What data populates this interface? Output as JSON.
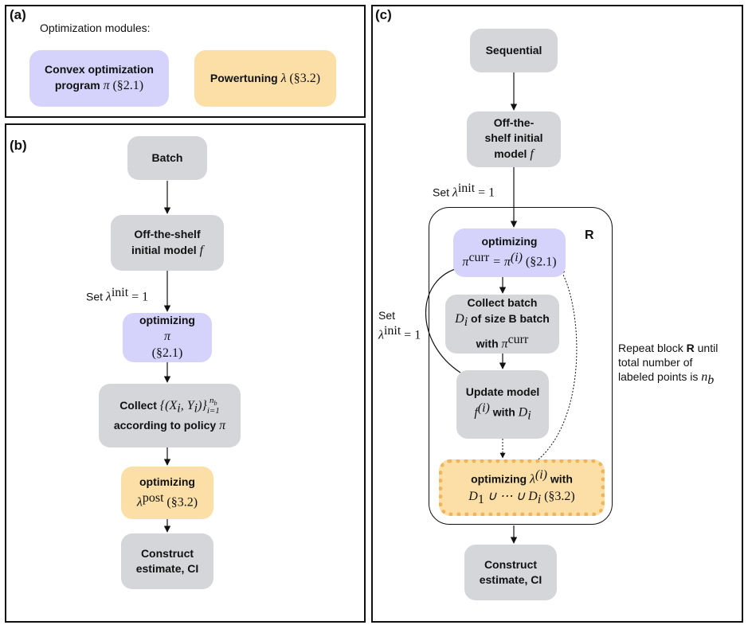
{
  "panel_a": {
    "label": "(a)",
    "heading": "Optimization modules:",
    "convex_line1": "Convex optimization",
    "convex_line2": "program",
    "convex_sym": "π",
    "convex_ref": "(§2.1)",
    "power_label": "Powertuning",
    "power_sym": "λ",
    "power_ref": "(§3.2)"
  },
  "panel_b": {
    "label": "(b)",
    "batch": "Batch",
    "model_line1": "Off-the-shelf",
    "model_line2": "initial model",
    "model_sym": "f",
    "set_text": "Set",
    "set_sym": "λ",
    "set_sup": "init",
    "set_eq": "= 1",
    "opt_pi_label": "optimizing",
    "opt_pi_sym": "π",
    "opt_pi_ref": "(§2.1)",
    "collect_label": "Collect",
    "collect_math": "{(X",
    "collect_math2": ", Y",
    "collect_math3": ")}",
    "collect_sub_i": "i",
    "collect_sup": "n",
    "collect_sup_sub": "b",
    "collect_sub": "i=1",
    "collect_line2": "according to policy",
    "collect_sym": "π",
    "opt_lambda_label": "optimizing",
    "opt_lambda_sym": "λ",
    "opt_lambda_sup": "post",
    "opt_lambda_ref": "(§3.2)",
    "construct_line1": "Construct",
    "construct_line2": "estimate, CI"
  },
  "panel_c": {
    "label": "(c)",
    "sequential": "Sequential",
    "model_line1": "Off-the-",
    "model_line2": "shelf initial",
    "model_line3": "model",
    "model_sym": "f",
    "set_text": "Set",
    "set_sym": "λ",
    "set_sup": "init",
    "set_eq": "= 1",
    "block_label": "R",
    "opt_curr_label": "optimizing",
    "opt_curr_math1": "π",
    "opt_curr_sup1": "curr",
    "opt_curr_eq": "= π",
    "opt_curr_sup2": "(i)",
    "opt_curr_ref": "(§2.1)",
    "collect_line1": "Collect batch",
    "collect_sym": "D",
    "collect_sub": "i",
    "collect_line2": "of size B batch",
    "collect_line3": "with",
    "collect_sym2": "π",
    "collect_sup2": "curr",
    "update_line1": "Update model",
    "update_sym": "f",
    "update_sup": "(i)",
    "update_with": "with",
    "update_sym2": "D",
    "update_sub2": "i",
    "opt_lambda_label": "optimizing",
    "opt_lambda_sym": "λ",
    "opt_lambda_sup": "(i)",
    "opt_lambda_with": "with",
    "opt_lambda_math": "D",
    "opt_lambda_sub1": "1",
    "opt_lambda_union": "∪ ⋯ ∪ D",
    "opt_lambda_sub2": "i",
    "opt_lambda_ref": "(§3.2)",
    "loop_set_text": "Set",
    "loop_set_sym": "λ",
    "loop_set_sup": "init",
    "loop_set_eq": "= 1",
    "repeat_line1_a": "Repeat block",
    "repeat_line1_b": "R",
    "repeat_line1_c": "until",
    "repeat_line2": "total number of",
    "repeat_line3": "labeled points is",
    "repeat_sym": "n",
    "repeat_sub": "b",
    "construct_line1": "Construct",
    "construct_line2": "estimate, CI"
  },
  "colors": {
    "gray": "#d5d6da",
    "purple": "#d5d3fb",
    "yellow": "#fbdfa6",
    "dotted_border": "#f0b45a"
  }
}
